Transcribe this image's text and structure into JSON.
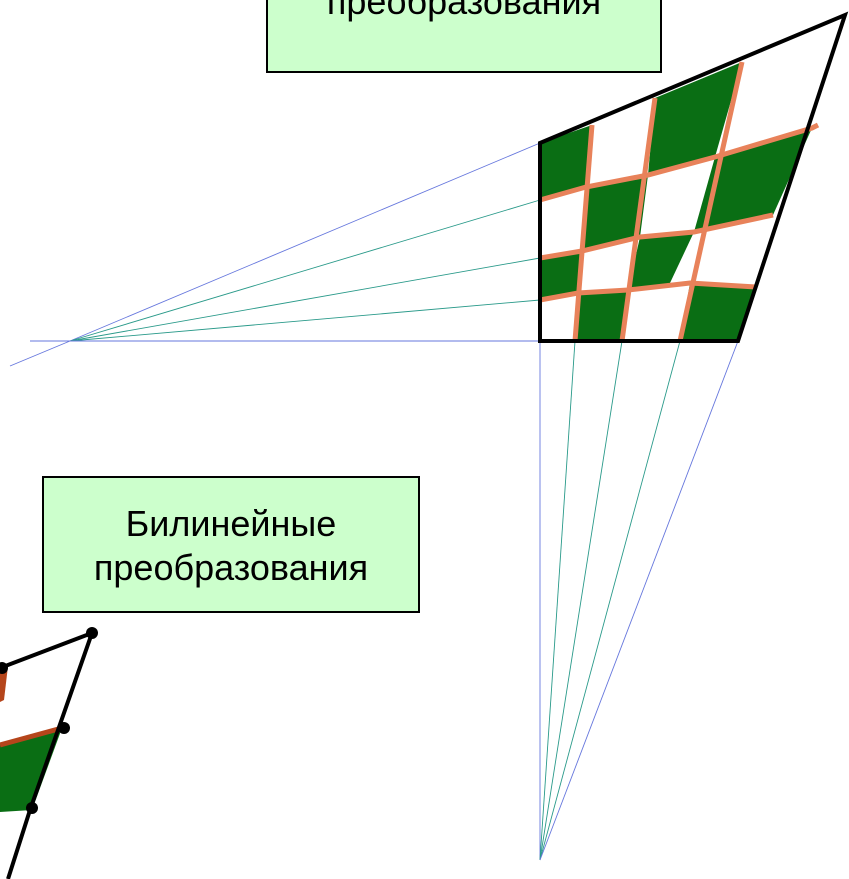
{
  "colors": {
    "background": "#ffffff",
    "label_fill": "#ccffcc",
    "check_dark": "#0a6e14",
    "check_light": "#ffffff",
    "grid_line": "#e8825a",
    "guide_blue": "#6677dd",
    "guide_teal": "#2a9a8a",
    "outline": "#000000",
    "bilinear_grid": "#b5451b"
  },
  "labels": {
    "top": {
      "line1": "",
      "line2": "преобразования"
    },
    "bottom": {
      "line1": "Билинейные",
      "line2": "преобразования"
    }
  }
}
